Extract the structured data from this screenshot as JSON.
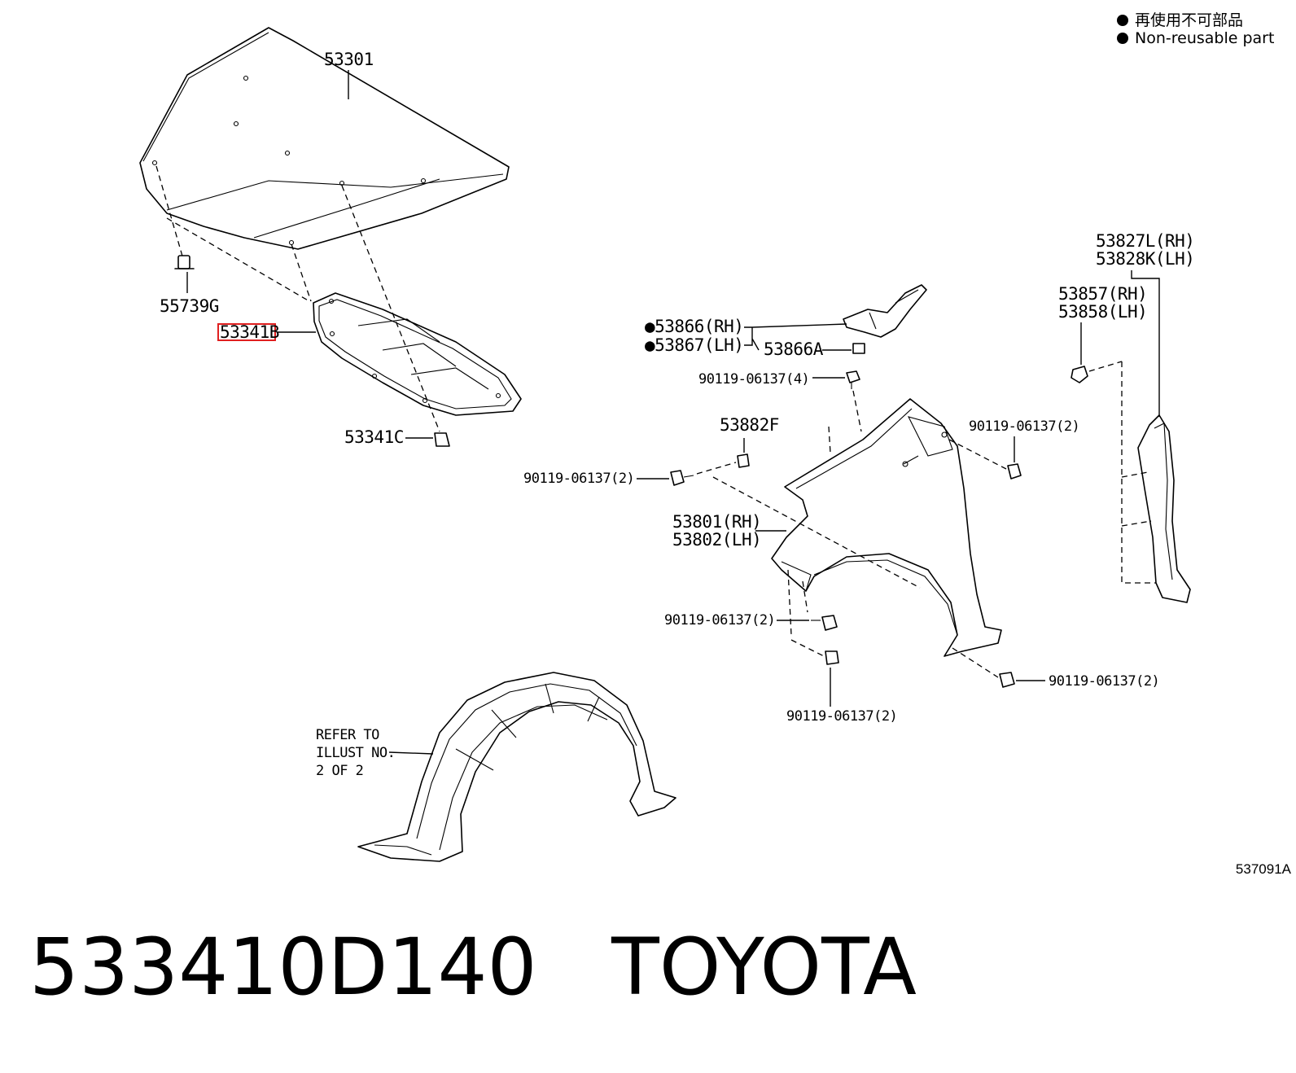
{
  "legend": {
    "line1": "再使用不可部品",
    "line2": "Non-reusable part"
  },
  "labels": {
    "hood": "53301",
    "hood_clip": "55739G",
    "hood_insulator": "53341B",
    "insulator_clip": "53341C",
    "seal_rh": "●53866(RH)",
    "seal_lh": "●53867(LH)",
    "seal_clip": "53866A",
    "screw_top": "90119-06137(4)",
    "clip_left": "53882F",
    "screw_left": "90119-06137(2)",
    "screw_fender_top": "90119-06137(2)",
    "fender_rh": "53801(RH)",
    "fender_lh": "53802(LH)",
    "screw_mid": "90119-06137(2)",
    "screw_bottom": "90119-06137(2)",
    "screw_bottom_right": "90119-06137(2)",
    "protector_rh": "53827L(RH)",
    "protector_lh": "53828K(LH)",
    "protector_clip_rh": "53857(RH)",
    "protector_clip_lh": "53858(LH)",
    "refer_line1": "REFER TO",
    "refer_line2": "ILLUST NO.",
    "refer_line3": "2 OF 2"
  },
  "highlight_color": "#e02020",
  "ref_code": "537091A",
  "caption": "533410D140   TOYOTA"
}
